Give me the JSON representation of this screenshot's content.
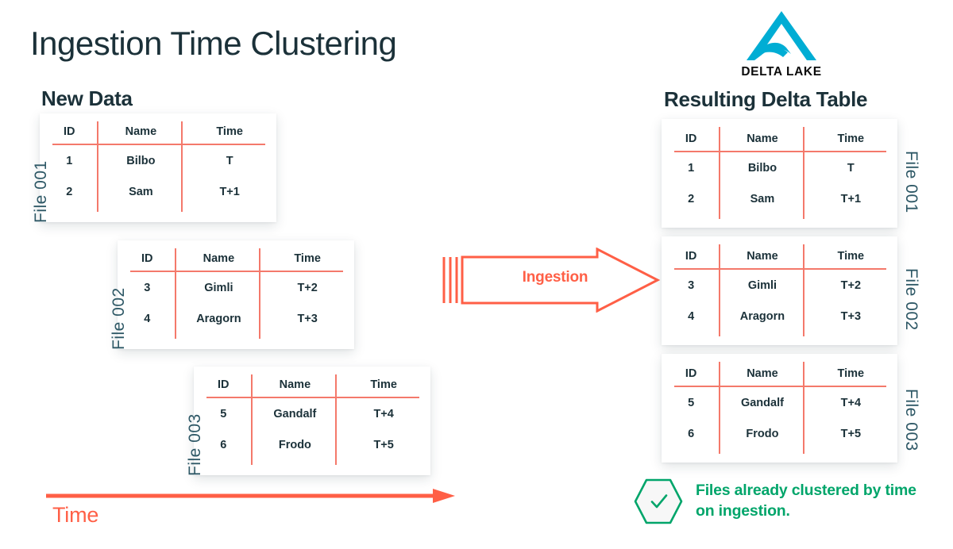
{
  "page": {
    "title": "Ingestion Time Clustering",
    "background": "#FFFFFF"
  },
  "colors": {
    "text_navy": "#1B3139",
    "rule_salmon": "#F4796B",
    "accent_orange": "#FF5F46",
    "green": "#00A56A",
    "logo_blue": "#00ADD4",
    "file_label": "#2E5866"
  },
  "logo": {
    "name": "delta-lake-logo",
    "text": "DELTA LAKE"
  },
  "left_panel": {
    "heading": "New Data",
    "columns": [
      "ID",
      "Name",
      "Time"
    ],
    "files": [
      {
        "label": "File 001",
        "rows": [
          {
            "id": "1",
            "name": "Bilbo",
            "time": "T"
          },
          {
            "id": "2",
            "name": "Sam",
            "time": "T+1"
          }
        ]
      },
      {
        "label": "File 002",
        "rows": [
          {
            "id": "3",
            "name": "Gimli",
            "time": "T+2"
          },
          {
            "id": "4",
            "name": "Aragorn",
            "time": "T+3"
          }
        ]
      },
      {
        "label": "File 003",
        "rows": [
          {
            "id": "5",
            "name": "Gandalf",
            "time": "T+4"
          },
          {
            "id": "6",
            "name": "Frodo",
            "time": "T+5"
          }
        ]
      }
    ],
    "axis_label": "Time"
  },
  "arrow": {
    "label": "Ingestion"
  },
  "right_panel": {
    "heading": "Resulting Delta Table",
    "columns": [
      "ID",
      "Name",
      "Time"
    ],
    "files": [
      {
        "label": "File 001",
        "rows": [
          {
            "id": "1",
            "name": "Bilbo",
            "time": "T"
          },
          {
            "id": "2",
            "name": "Sam",
            "time": "T+1"
          }
        ]
      },
      {
        "label": "File 002",
        "rows": [
          {
            "id": "3",
            "name": "Gimli",
            "time": "T+2"
          },
          {
            "id": "4",
            "name": "Aragorn",
            "time": "T+3"
          }
        ]
      },
      {
        "label": "File 003",
        "rows": [
          {
            "id": "5",
            "name": "Gandalf",
            "time": "T+4"
          },
          {
            "id": "6",
            "name": "Frodo",
            "time": "T+5"
          }
        ]
      }
    ]
  },
  "callout": {
    "icon": "check-hexagon-icon",
    "text": "Files already clustered by time on ingestion."
  }
}
